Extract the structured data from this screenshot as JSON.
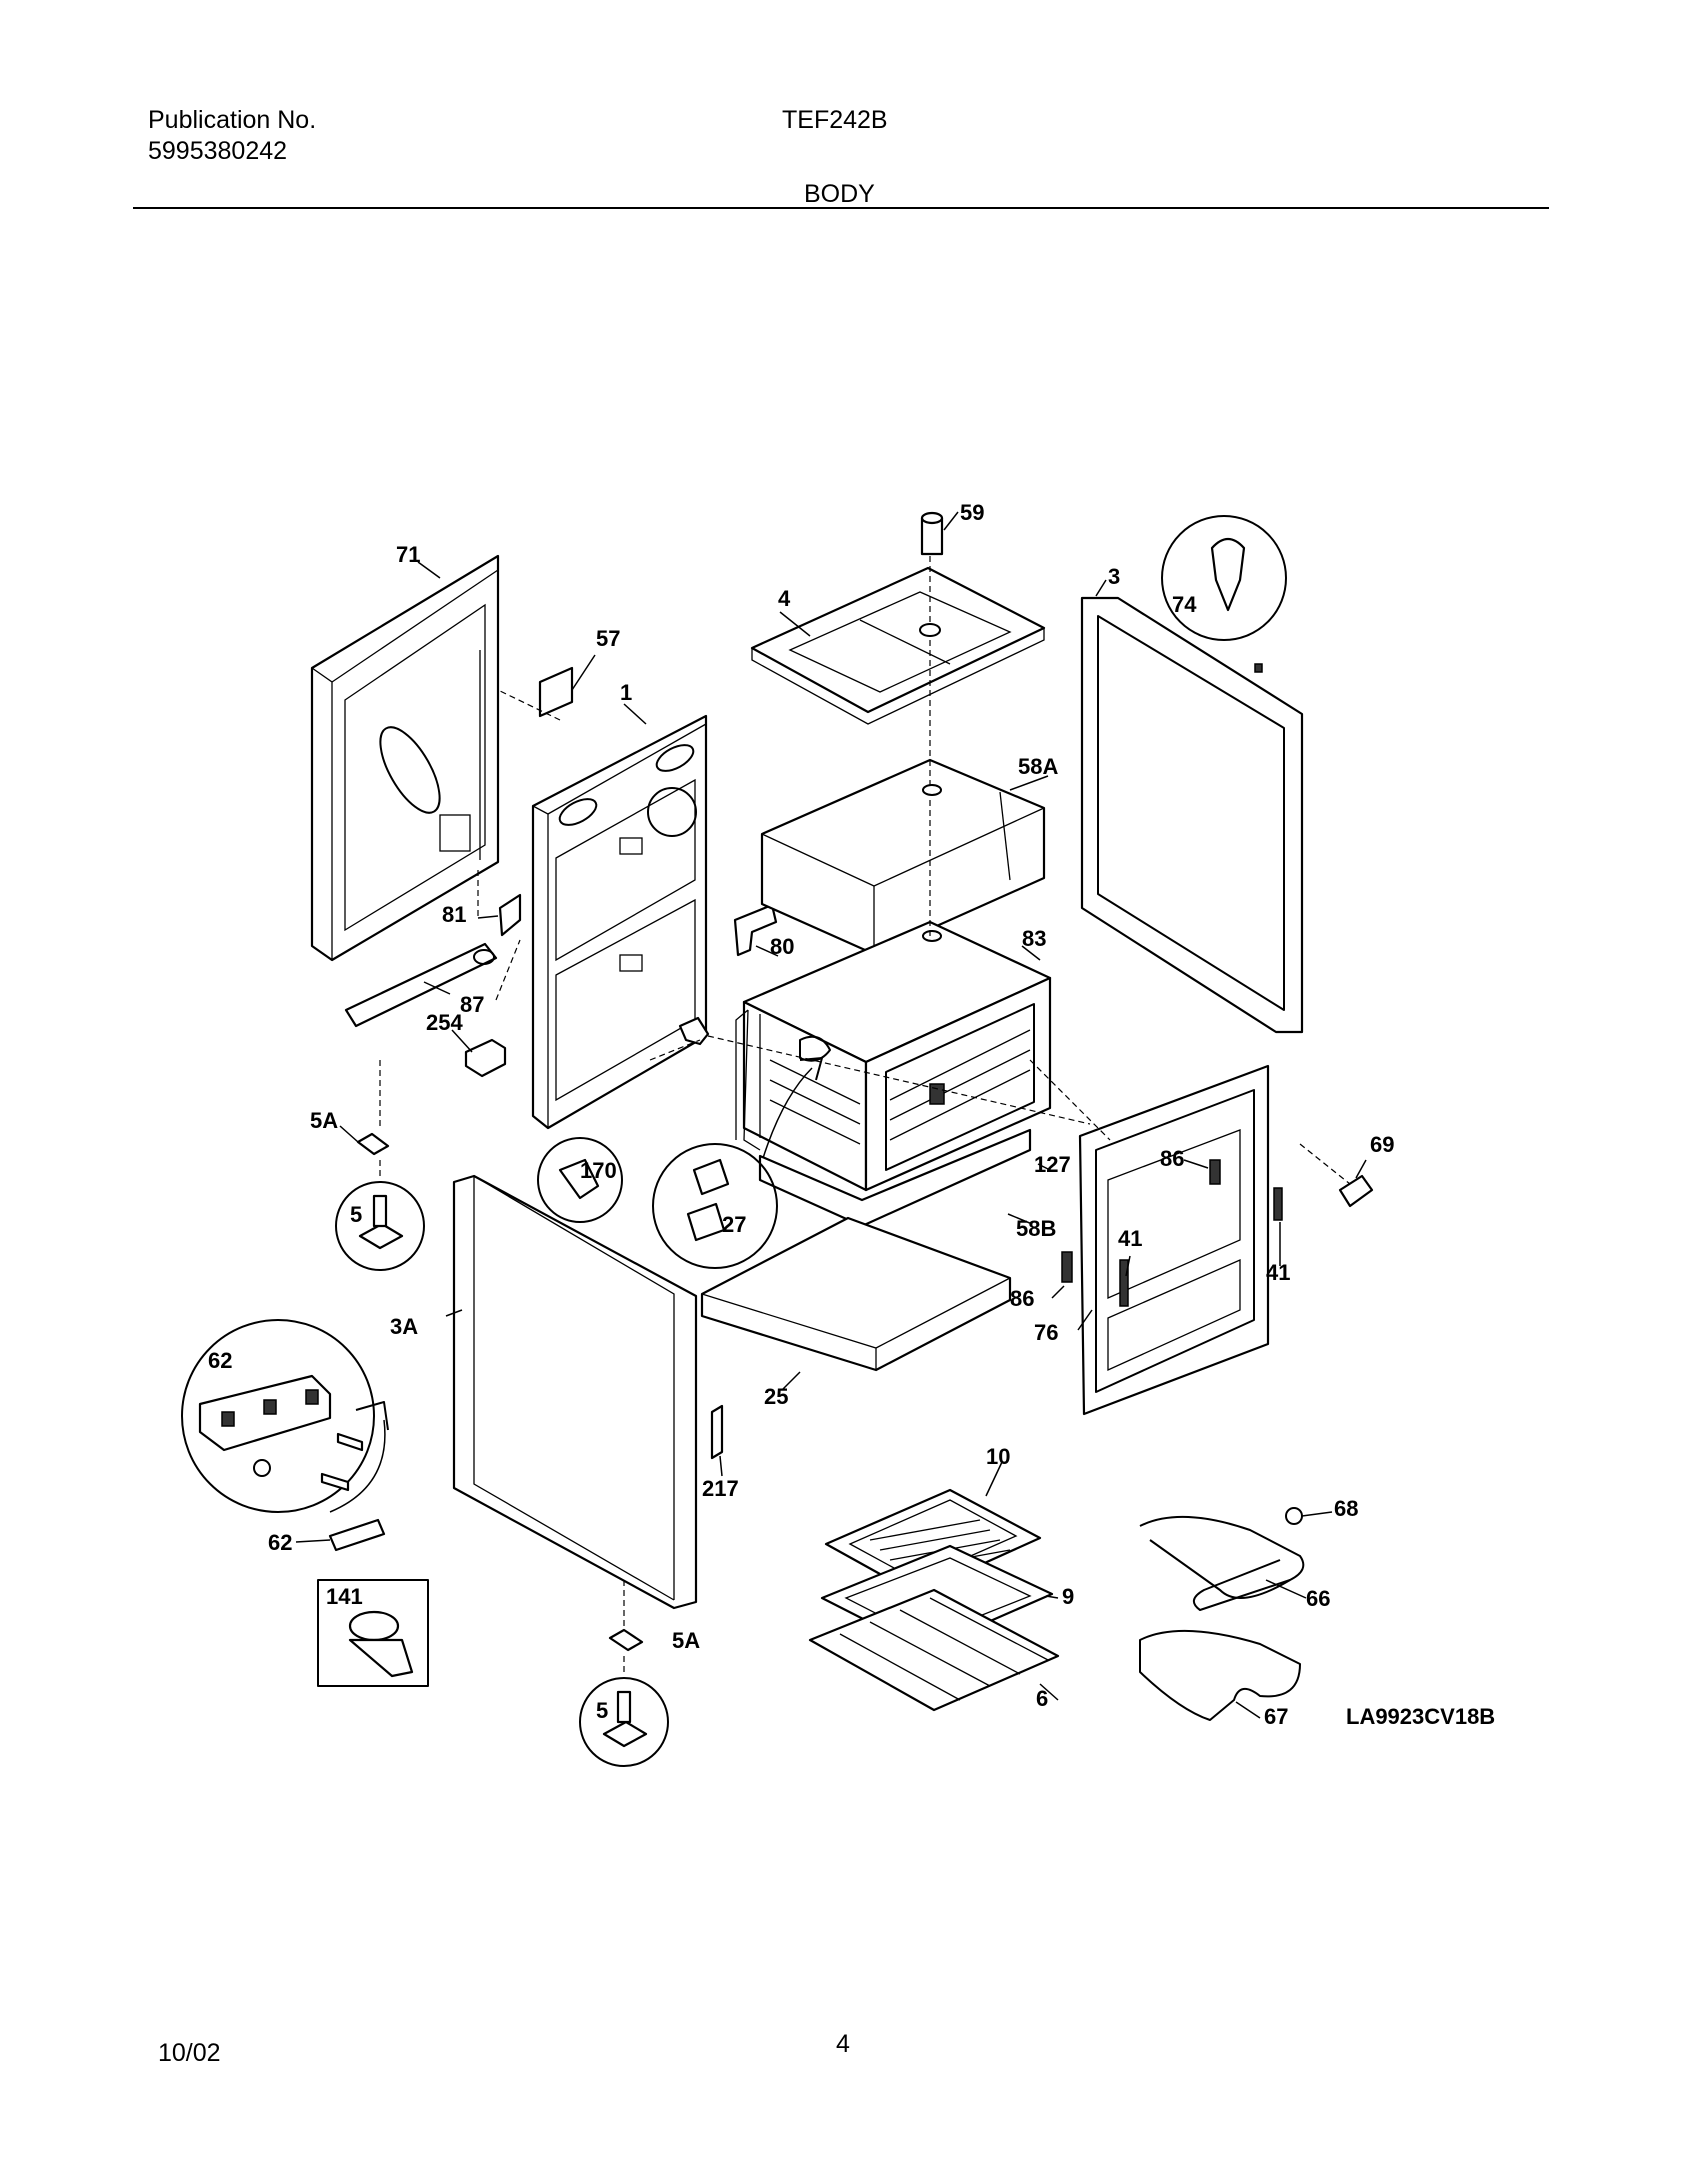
{
  "header": {
    "publication_label": "Publication No.",
    "publication_number": "5995380242",
    "model": "TEF242B",
    "section": "BODY"
  },
  "footer": {
    "date": "10/02",
    "page": "4"
  },
  "diagram_code": "LA9923CV18B",
  "callouts": {
    "c71": "71",
    "c57": "57",
    "c1": "1",
    "c81": "81",
    "c87": "87",
    "c80": "80",
    "c254": "254",
    "c5A_top": "5A",
    "c5_top": "5",
    "c170": "170",
    "c27": "27",
    "c3A": "3A",
    "c62_circle": "62",
    "c62": "62",
    "c141": "141",
    "c5A_bottom": "5A",
    "c5_bottom": "5",
    "c217": "217",
    "c25": "25",
    "c4": "4",
    "c59": "59",
    "c58A": "58A",
    "c83": "83",
    "c127": "127",
    "c58B": "58B",
    "c3": "3",
    "c74": "74",
    "c69": "69",
    "c86_upper": "86",
    "c86_lower": "86",
    "c41_left": "41",
    "c41_right": "41",
    "c76": "76",
    "c10": "10",
    "c9": "9",
    "c6": "6",
    "c68": "68",
    "c66": "66",
    "c67": "67"
  }
}
